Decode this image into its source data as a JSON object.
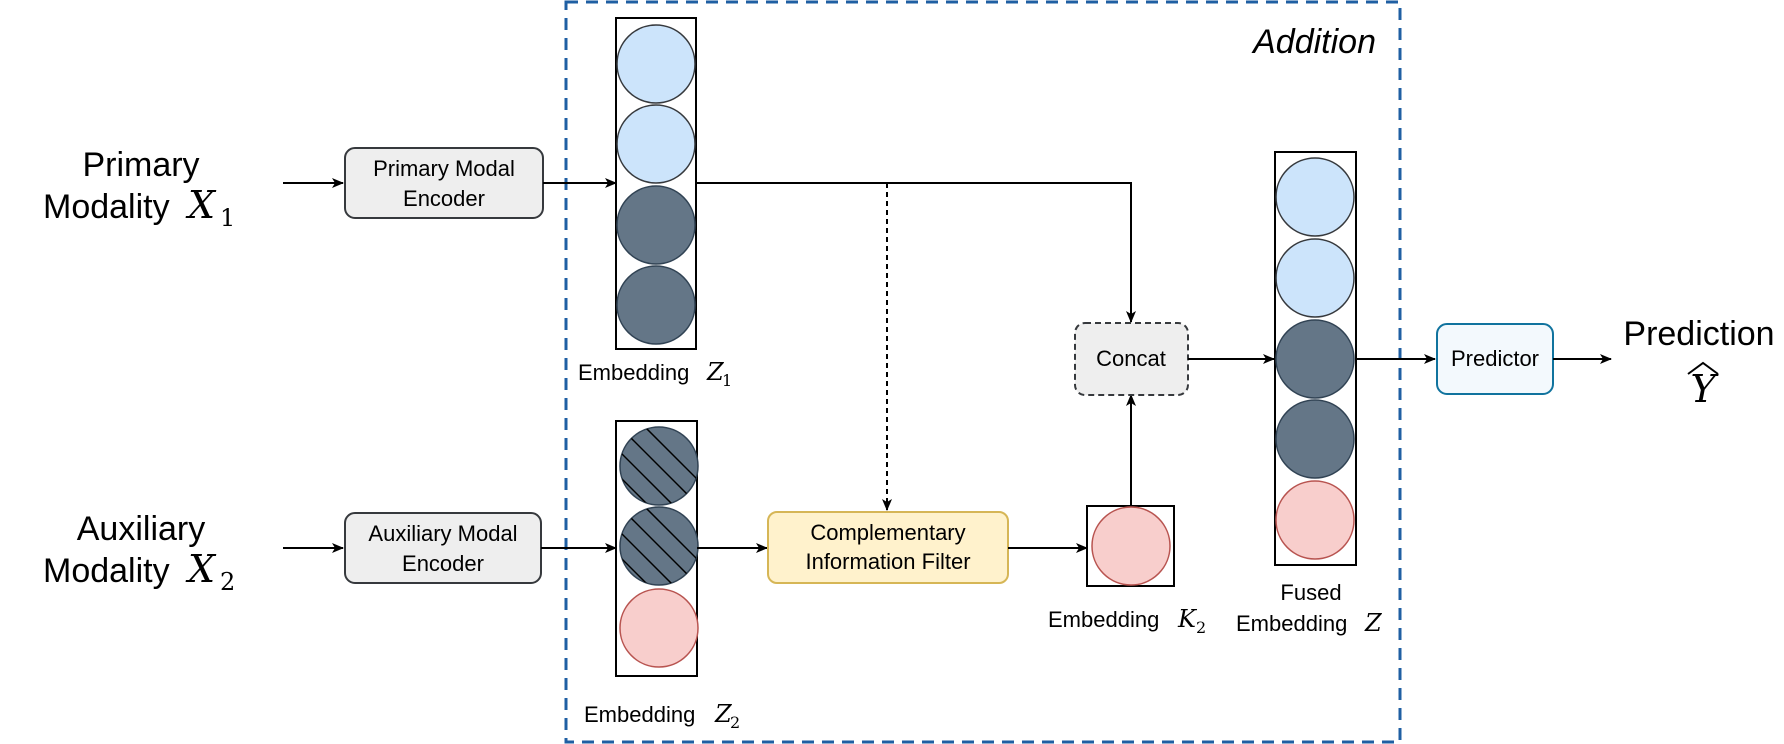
{
  "colors": {
    "light_blue": "#cce4fb",
    "dark_slate": "#647687",
    "light_pink": "#f8cecc",
    "pink_stroke": "#b85450",
    "encoder_fill": "#eeeeee",
    "filter_fill": "#fff2cc",
    "filter_stroke": "#d6b656",
    "predictor_fill": "#f3f9fd",
    "predictor_stroke": "#10739e",
    "addition_border": "#1f5fa3"
  },
  "icons": {
    "embedding_cell_light": "light-blue-circle",
    "embedding_cell_dark": "dark-slate-circle",
    "embedding_cell_hatched": "hatched-dark-circle",
    "embedding_cell_pink": "pink-circle",
    "arrow": "arrow-right"
  },
  "region": {
    "label": "Addition"
  },
  "inputs": {
    "primary": {
      "line1": "Primary",
      "line2": "Modality",
      "var": "X",
      "sub": "1"
    },
    "auxiliary": {
      "line1": "Auxiliary",
      "line2": "Modality",
      "var": "X",
      "sub": "2"
    }
  },
  "encoders": {
    "primary": {
      "line1": "Primary Modal",
      "line2": "Encoder"
    },
    "auxiliary": {
      "line1": "Auxiliary Modal",
      "line2": "Encoder"
    }
  },
  "embeddings": {
    "z1": {
      "label": "Embedding",
      "var": "Z",
      "sub": "1"
    },
    "z2": {
      "label": "Embedding",
      "var": "Z",
      "sub": "2"
    },
    "k2": {
      "label": "Embedding",
      "var": "K",
      "sub": "2"
    },
    "fused": {
      "line1": "Fused",
      "line2": "Embedding",
      "var": "Z"
    }
  },
  "filter": {
    "line1": "Complementary",
    "line2": "Information Filter"
  },
  "concat": {
    "label": "Concat"
  },
  "predictor": {
    "label": "Predictor"
  },
  "output": {
    "label": "Prediction",
    "var": "Y"
  }
}
